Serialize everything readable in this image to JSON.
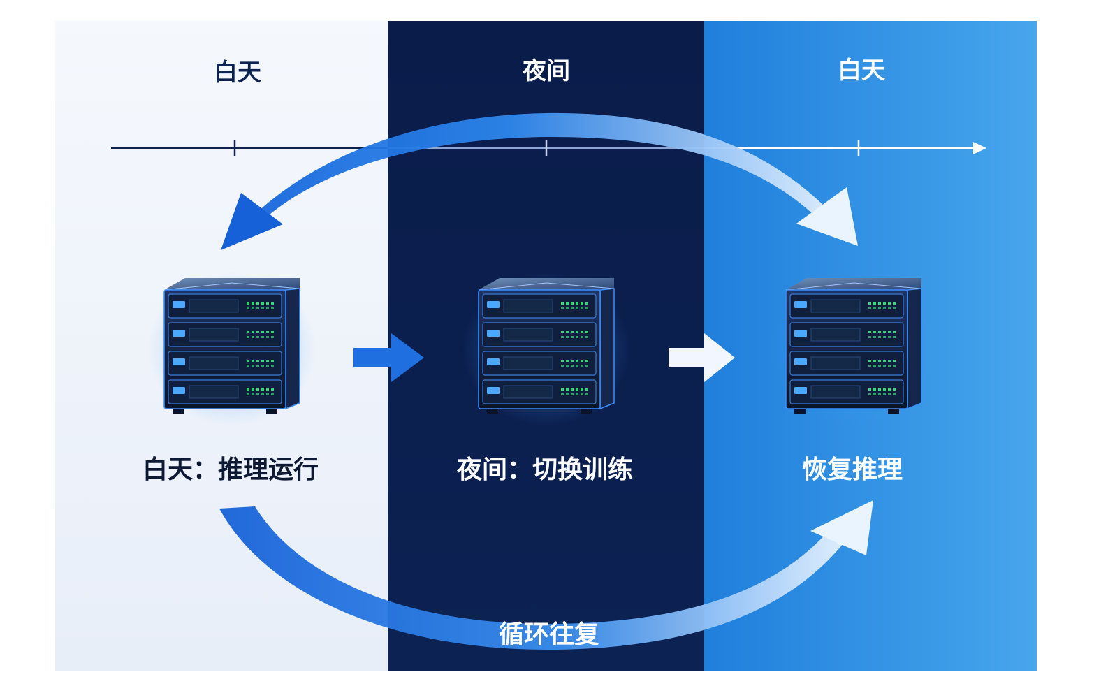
{
  "columns": [
    {
      "header": "白天",
      "caption": "白天：推理运行",
      "bg": "#f2f6fc",
      "header_color": "#0f2350",
      "caption_color": "#0e1a33"
    },
    {
      "header": "夜间",
      "caption": "夜间：切换训练",
      "bg": "#0b1e4d",
      "header_color": "#ffffff",
      "caption_color": "#ffffff"
    },
    {
      "header": "白天",
      "caption": "恢复推理",
      "bg": "#2f93e3",
      "header_color": "#ffffff",
      "caption_color": "#ffffff"
    }
  ],
  "cycle_label": "循环往复",
  "colors": {
    "arrow_blue": "#1f6fe0",
    "arrow_light": "#cfe6ff",
    "timeline": "#0f2350",
    "timeline_light": "#ffffff",
    "server_body": "#0f1b33",
    "server_glow": "#2b8cff",
    "led_green": "#36d67a",
    "led_blue": "#4aa8ff"
  },
  "icons": [
    "server-icon",
    "server-icon",
    "server-icon",
    "arrow-right-icon",
    "arrow-right-icon"
  ]
}
